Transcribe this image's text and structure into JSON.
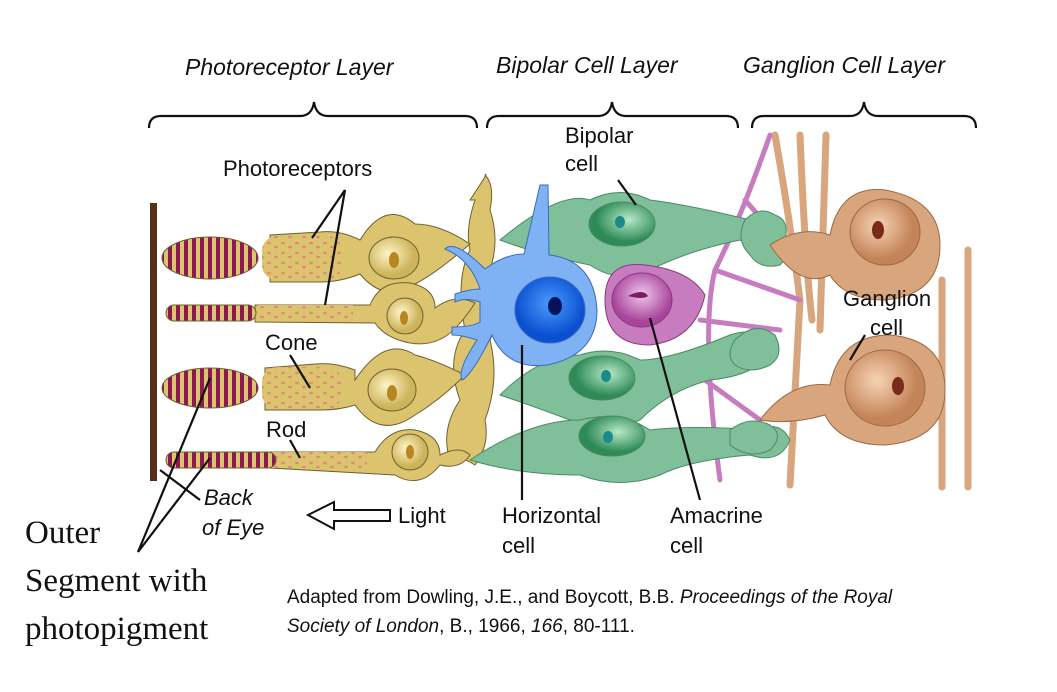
{
  "layers": {
    "photoreceptor": "Photoreceptor Layer",
    "bipolar": "Bipolar Cell Layer",
    "ganglion": "Ganglion Cell Layer"
  },
  "labels": {
    "photoreceptors": "Photoreceptors",
    "cone": "Cone",
    "rod": "Rod",
    "bipolar_1": "Bipolar",
    "bipolar_2": "cell",
    "ganglion_1": "Ganglion",
    "ganglion_2": "cell",
    "horizontal_1": "Horizontal",
    "horizontal_2": "cell",
    "amacrine_1": "Amacrine",
    "amacrine_2": "cell",
    "back_1": "Back",
    "back_2": "of Eye",
    "light": "Light",
    "outer_1": "Outer",
    "outer_2": "Segment with",
    "outer_3": "photopigment"
  },
  "citation": {
    "line1_plain": "Adapted from Dowling, J.E., and Boycott, B.B.  ",
    "line1_italic": "Proceedings of the Royal",
    "line2_italic_a": "Society of London",
    "line2_plain_a": ", B., 1966, ",
    "line2_italic_b": "166",
    "line2_plain_b": ", 80-111."
  },
  "colors": {
    "photoreceptor": "#dcc46e",
    "pigment": "#8b1a4e",
    "horizontal": "#7fb2f5",
    "horizontal_nucleus": "#0a5ee0",
    "bipolar": "#7fbf9a",
    "bipolar_nucleus": "#2e8b57",
    "amacrine": "#c77cbf",
    "ganglion": "#d9a57c",
    "ganglion_nucleus": "#c4845a",
    "back_of_eye": "#5a2d18"
  }
}
